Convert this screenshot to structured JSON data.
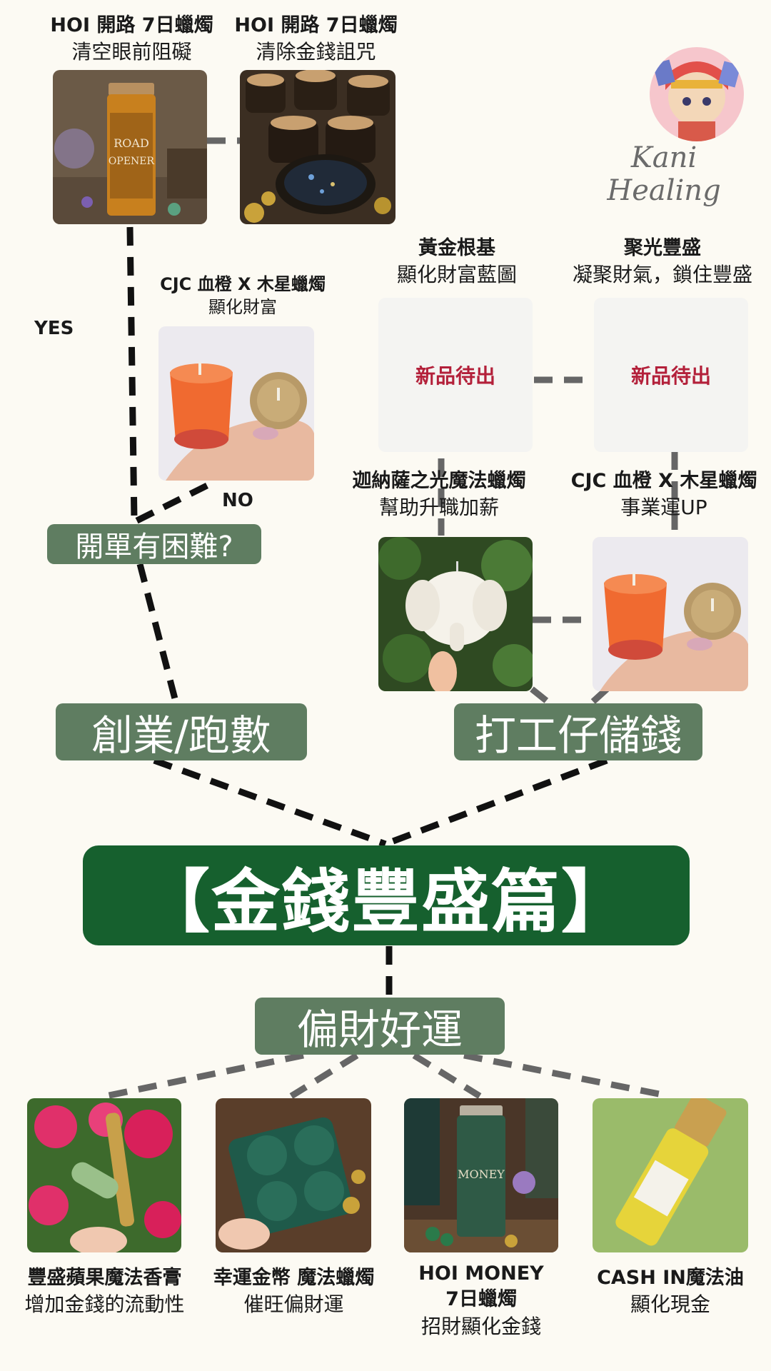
{
  "top_left": {
    "title": "HOI 開路 7日蠟燭",
    "subtitle": "清空眼前阻礙"
  },
  "top_right": {
    "title": "HOI 開路 7日蠟燭",
    "subtitle": "清除金錢詛咒"
  },
  "jupiter_left": {
    "title": "CJC 血橙 X 木星蠟燭",
    "subtitle": "顯化財富"
  },
  "gold_foundation": {
    "title": "黃金根基",
    "subtitle": "顯化財富藍圖",
    "placeholder": "新品待出"
  },
  "spotlight": {
    "title": "聚光豐盛",
    "subtitle": "凝聚財氣，鎖住豐盛",
    "placeholder": "新品待出"
  },
  "ganesha": {
    "title": "迦納薩之光魔法蠟燭",
    "subtitle": "幫助升職加薪"
  },
  "jupiter_right": {
    "title": "CJC 血橙 X 木星蠟燭",
    "subtitle": "事業運UP"
  },
  "labels": {
    "yes": "YES",
    "no": "NO"
  },
  "question": "開單有困難?",
  "branches": {
    "business": "創業/跑數",
    "employee": "打工仔儲錢",
    "luck": "偏財好運"
  },
  "main_title": "【金錢豐盛篇】",
  "logo": {
    "text": "Kani Healing"
  },
  "bottom_products": [
    {
      "title": "豐盛蘋果魔法香膏",
      "subtitle": "增加金錢的流動性"
    },
    {
      "title": "幸運金幣 魔法蠟燭",
      "subtitle": "催旺偏財運"
    },
    {
      "title": "HOI MONEY",
      "title2": "7日蠟燭",
      "subtitle": "招財顯化金錢"
    },
    {
      "title": "CASH IN魔法油",
      "subtitle": "顯化現金"
    }
  ],
  "colors": {
    "pill": "#5f7d61",
    "banner": "#16602e",
    "placeholder_text": "#b3203a",
    "background": "#fcfaf3"
  }
}
